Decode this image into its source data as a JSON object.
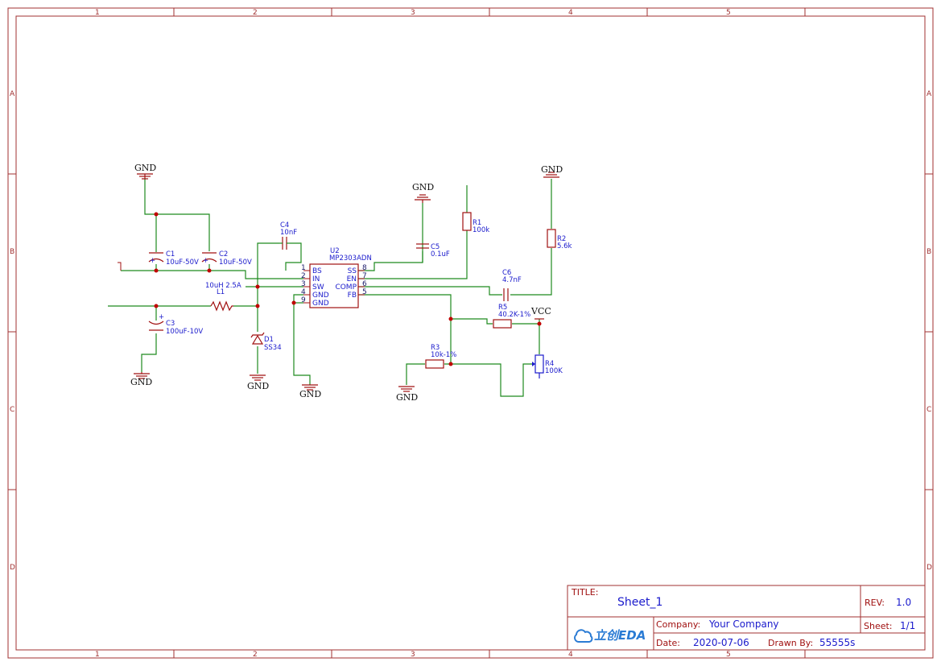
{
  "title_block": {
    "title_label": "TITLE:",
    "title_value": "Sheet_1",
    "rev_label": "REV:",
    "rev_value": "1.0",
    "company_label": "Company:",
    "company_value": "Your Company",
    "sheet_label": "Sheet:",
    "sheet_value": "1/1",
    "date_label": "Date:",
    "date_value": "2020-07-06",
    "drawn_label": "Drawn By:",
    "drawn_value": "55555s",
    "logo_text": "立创EDA"
  },
  "zones": {
    "cols": [
      "1",
      "2",
      "3",
      "4",
      "5"
    ],
    "rows": [
      "A",
      "B",
      "C",
      "D"
    ]
  },
  "ic": {
    "ref": "U2",
    "value": "MP2303ADN",
    "left_pins": [
      {
        "num": "1",
        "name": "BS"
      },
      {
        "num": "2",
        "name": "IN"
      },
      {
        "num": "3",
        "name": "SW"
      },
      {
        "num": "4",
        "name": "GND"
      },
      {
        "num": "9",
        "name": "GND"
      }
    ],
    "right_pins": [
      {
        "num": "8",
        "name": "SS"
      },
      {
        "num": "7",
        "name": "EN"
      },
      {
        "num": "6",
        "name": "COMP"
      },
      {
        "num": "5",
        "name": "FB"
      }
    ]
  },
  "components": {
    "c1": {
      "ref": "C1",
      "value": "10uF-50V"
    },
    "c2": {
      "ref": "C2",
      "value": "10uF-50V"
    },
    "c3": {
      "ref": "C3",
      "value": "100uF-10V"
    },
    "c4": {
      "ref": "C4",
      "value": "10nF"
    },
    "c5": {
      "ref": "C5",
      "value": "0.1uF"
    },
    "c6": {
      "ref": "C6",
      "value": "4.7nF"
    },
    "r1": {
      "ref": "R1",
      "value": "100k"
    },
    "r2": {
      "ref": "R2",
      "value": "5.6k"
    },
    "r3": {
      "ref": "R3",
      "value": "10k-1%"
    },
    "r4": {
      "ref": "R4",
      "value": "100K"
    },
    "r5": {
      "ref": "R5",
      "value": "40.2K-1%"
    },
    "l1": {
      "ref": "L1",
      "value": "10uH 2.5A"
    },
    "d1": {
      "ref": "D1",
      "value": "SS34"
    }
  },
  "nets": {
    "gnd": "GND",
    "vcc": "VCC",
    "polarity": "+"
  }
}
